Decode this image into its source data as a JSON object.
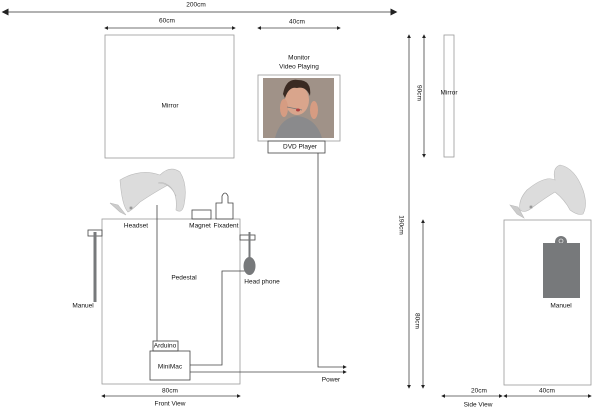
{
  "dimensions": {
    "total_width": "200cm",
    "mirror_width": "60cm",
    "monitor_width": "40cm",
    "pedestal_width": "80cm",
    "total_height": "190cm",
    "mirror_height": "90cm",
    "pedestal_height": "80cm",
    "side_gap": "20cm",
    "side_depth": "40cm"
  },
  "front_view": {
    "title": "Front View",
    "mirror": "Mirror",
    "monitor_title": "Monitor",
    "monitor_subtitle": "Video Playing",
    "dvd_player": "DVD Player",
    "headset": "Headset",
    "magnet": "Magnet",
    "fixadent": "Fixadent",
    "pedestal": "Pedestal",
    "head_phone": "Head phone",
    "manuel": "Manuel",
    "arduino": "Arduino",
    "minimac": "MiniMac",
    "power": "Power"
  },
  "side_view": {
    "title": "Side View",
    "mirror": "Mirror",
    "manuel": "Manuel"
  },
  "colors": {
    "line": "#555555",
    "fill_dark": "#77797b",
    "headset": "#d8d8d8"
  }
}
